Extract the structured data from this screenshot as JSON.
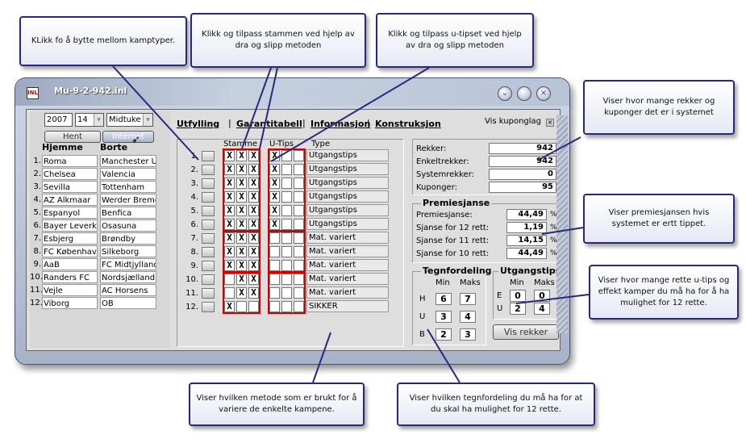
{
  "callouts": {
    "c1": "KLikk fo å bytte mellom kamptyper.",
    "c2": "Klikk og tilpass stammen ved hjelp av dra og slipp metoden",
    "c3": "Klikk og tilpass u-tipset ved hjelp av dra og slipp metoden",
    "c4": "Viser hvor mange rekker og kuponger det er i systemet",
    "c5": "Viser premiesjansen hvis systemet er ertt tippet.",
    "c6": "Viser hvor mange rette u-tips og effekt kamper du må ha for å ha mulighet for 12 rette.",
    "c7": "Viser hvilken metode som er brukt for å variere de enkelte kampene.",
    "c8": "Viser hvilken tegnfordeling du må ha for at du skal ha mulighet for 12 rette."
  },
  "window": {
    "title": "Mu-9-2-942.inl",
    "icon": "INL"
  },
  "controls": {
    "year": "2007",
    "week": "14",
    "period": "Midtuke",
    "hent": "Hent",
    "internet": "Internet"
  },
  "matches": {
    "home_header": "Hjemme",
    "away_header": "Borte",
    "rows": [
      {
        "n": "1.",
        "home": "Roma",
        "away": "Manchester U"
      },
      {
        "n": "2.",
        "home": "Chelsea",
        "away": "Valencia"
      },
      {
        "n": "3.",
        "home": "Sevilla",
        "away": "Tottenham"
      },
      {
        "n": "4.",
        "home": "AZ Alkmaar",
        "away": "Werder Breme"
      },
      {
        "n": "5.",
        "home": "Espanyol",
        "away": "Benfica"
      },
      {
        "n": "6.",
        "home": "Bayer Leverku",
        "away": "Osasuna"
      },
      {
        "n": "7.",
        "home": "Esbjerg",
        "away": "Brøndby"
      },
      {
        "n": "8.",
        "home": "FC København",
        "away": "Silkeborg"
      },
      {
        "n": "9.",
        "home": "AaB",
        "away": "FC Midtjylland"
      },
      {
        "n": "10.",
        "home": "Randers FC",
        "away": "Nordsjælland"
      },
      {
        "n": "11.",
        "home": "Vejle",
        "away": "AC Horsens"
      },
      {
        "n": "12.",
        "home": "Viborg",
        "away": "OB"
      }
    ]
  },
  "tabs": [
    "Utfylling",
    "Garantitabell",
    "Informasjon",
    "Konstruksjon"
  ],
  "vis_kuponglag": "Vis kuponglag",
  "grid": {
    "stamme_label": "Stamme",
    "utips_label": "U-Tips",
    "type_label": "Type",
    "rows": [
      {
        "n": "1.",
        "s": [
          "X",
          "X",
          "X"
        ],
        "u": [
          "X",
          "",
          ""
        ],
        "type": "Utgangstips"
      },
      {
        "n": "2.",
        "s": [
          "X",
          "X",
          "X"
        ],
        "u": [
          "X",
          "",
          ""
        ],
        "type": "Utgangstips"
      },
      {
        "n": "3.",
        "s": [
          "X",
          "X",
          "X"
        ],
        "u": [
          "X",
          "",
          ""
        ],
        "type": "Utgangstips"
      },
      {
        "n": "4.",
        "s": [
          "X",
          "X",
          "X"
        ],
        "u": [
          "X",
          "",
          ""
        ],
        "type": "Utgangstips"
      },
      {
        "n": "5.",
        "s": [
          "X",
          "X",
          "X"
        ],
        "u": [
          "X",
          "",
          ""
        ],
        "type": "Utgangstips"
      },
      {
        "n": "6.",
        "s": [
          "X",
          "X",
          "X"
        ],
        "u": [
          "X",
          "",
          ""
        ],
        "type": "Utgangstips"
      },
      {
        "n": "7.",
        "s": [
          "X",
          "X",
          "X"
        ],
        "u": [
          "",
          "",
          ""
        ],
        "type": "Mat. variert"
      },
      {
        "n": "8.",
        "s": [
          "X",
          "X",
          "X"
        ],
        "u": [
          "",
          "",
          ""
        ],
        "type": "Mat. variert"
      },
      {
        "n": "9.",
        "s": [
          "X",
          "X",
          "X"
        ],
        "u": [
          "",
          "",
          ""
        ],
        "type": "Mat. variert"
      },
      {
        "n": "10.",
        "s": [
          "",
          "X",
          "X"
        ],
        "u": [
          "",
          "",
          ""
        ],
        "type": "Mat. variert"
      },
      {
        "n": "11.",
        "s": [
          "",
          "X",
          "X"
        ],
        "u": [
          "",
          "",
          ""
        ],
        "type": "Mat. variert"
      },
      {
        "n": "12.",
        "s": [
          "X",
          "",
          ""
        ],
        "u": [
          "",
          "",
          ""
        ],
        "type": "SIKKER"
      }
    ]
  },
  "stats": {
    "rekker_label": "Rekker:",
    "rekker": "942",
    "enkelt_label": "Enkeltrekker:",
    "enkelt": "942",
    "system_label": "Systemrekker:",
    "system": "0",
    "kuponger_label": "Kuponger:",
    "kuponger": "95",
    "premie_title": "Premiesjanse",
    "premie_label": "Premiesjanse:",
    "premie": "44,49",
    "s12_label": "Sjanse for 12 rett:",
    "s12": "1,19",
    "s11_label": "Sjanse for 11 rett:",
    "s11": "14,15",
    "s10_label": "Sjanse for 10 rett:",
    "s10": "44,49",
    "pct": "%"
  },
  "tegn": {
    "title": "Tegnfordeling",
    "min": "Min",
    "maks": "Maks",
    "h": "H",
    "u": "U",
    "b": "B",
    "h_min": "6",
    "h_max": "7",
    "u_min": "3",
    "u_max": "4",
    "b_min": "2",
    "b_max": "3"
  },
  "utg": {
    "title": "Utgangstips",
    "min": "Min",
    "maks": "Maks",
    "e": "E",
    "u": "U",
    "e_min": "0",
    "e_max": "0",
    "u_min": "2",
    "u_max": "4"
  },
  "vis_rekker": "Vis rekker"
}
